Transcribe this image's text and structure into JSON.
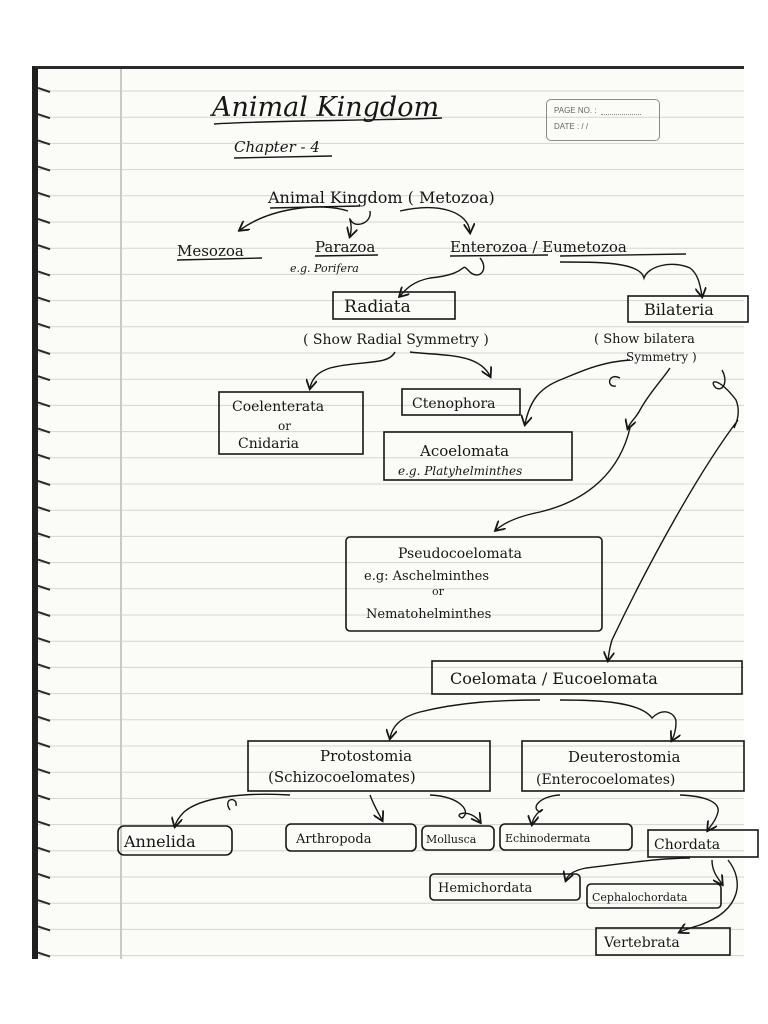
{
  "page": {
    "title": "Animal Kingdom",
    "subtitle": "Chapter - 4",
    "stamp": {
      "page_no_label": "PAGE NO. :",
      "date_label": "DATE :",
      "date_value": "/ /"
    }
  },
  "diagram": {
    "root": "Animal Kingdom ( Metozoa)",
    "level1": {
      "mesozoa": "Mesozoa",
      "parazoa": "Parazoa",
      "parazoa_example": "e.g. Porifera",
      "enterozoa": "Enterozoa / Eumetozoa"
    },
    "radiata": {
      "label": "Radiata",
      "note": "( Show Radial Symmetry )"
    },
    "bilateria": {
      "label": "Bilateria",
      "note_line1": "( Show bilatera",
      "note_line2": "Symmetry )"
    },
    "coelenterata": {
      "line1": "Coelenterata",
      "line2": "or",
      "line3": "Cnidaria"
    },
    "ctenophora": "Ctenophora",
    "acoelomata": {
      "label": "Acoelomata",
      "example": "e.g. Platyhelminthes"
    },
    "pseudocoelomata": {
      "label": "Pseudocoelomata",
      "line2": "e.g: Aschelminthes",
      "line3": "or",
      "line4": "Nematohelminthes"
    },
    "coelomata": "Coelomata / Eucoelomata",
    "protostomia": {
      "label": "Protostomia",
      "sub": "(Schizocoelomates)"
    },
    "deuterostomia": {
      "label": "Deuterostomia",
      "sub": "(Enterocoelomates)"
    },
    "phyla": {
      "annelida": "Annelida",
      "arthropoda": "Arthropoda",
      "mollusca": "Mollusca",
      "echinodermata": "Echinodermata",
      "chordata": "Chordata"
    },
    "chordata_groups": {
      "hemichordata": "Hemichordata",
      "cephalochordata": "Cephalochordata",
      "vertebrata": "Vertebrata"
    }
  }
}
